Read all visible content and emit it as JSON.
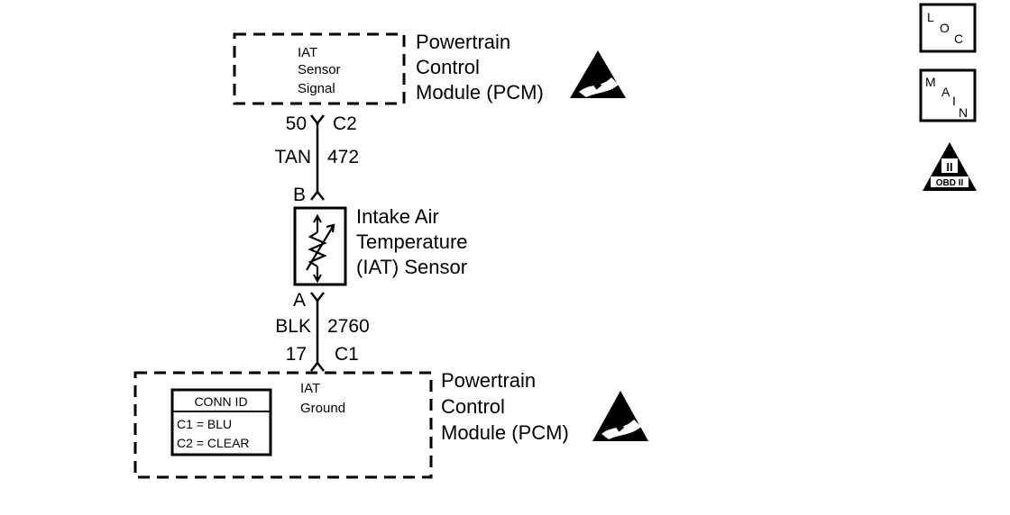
{
  "top_module": {
    "signal_lines": [
      "IAT",
      "Sensor",
      "Signal"
    ],
    "module_lines": [
      "Powertrain",
      "Control",
      "Module (PCM)"
    ]
  },
  "top_connector": {
    "pin": "50",
    "connector": "C2"
  },
  "top_wire": {
    "color": "TAN",
    "circuit": "472"
  },
  "sensor": {
    "terminal_top": "B",
    "terminal_bottom": "A",
    "name_lines": [
      "Intake Air",
      "Temperature",
      "(IAT) Sensor"
    ]
  },
  "bottom_wire": {
    "color": "BLK",
    "circuit": "2760"
  },
  "bottom_connector": {
    "pin": "17",
    "connector": "C1"
  },
  "bottom_module": {
    "ground_lines": [
      "IAT",
      "Ground"
    ],
    "module_lines": [
      "Powertrain",
      "Control",
      "Module (PCM)"
    ]
  },
  "conn_id": {
    "title": "CONN ID",
    "rows": [
      "C1 = BLU",
      "C2 = CLEAR"
    ]
  },
  "side_icons": {
    "loc": [
      "L",
      "O",
      "C"
    ],
    "main": [
      "M",
      "A",
      "I",
      "N"
    ],
    "obd": {
      "numeral": "II",
      "label": "OBD II"
    }
  }
}
